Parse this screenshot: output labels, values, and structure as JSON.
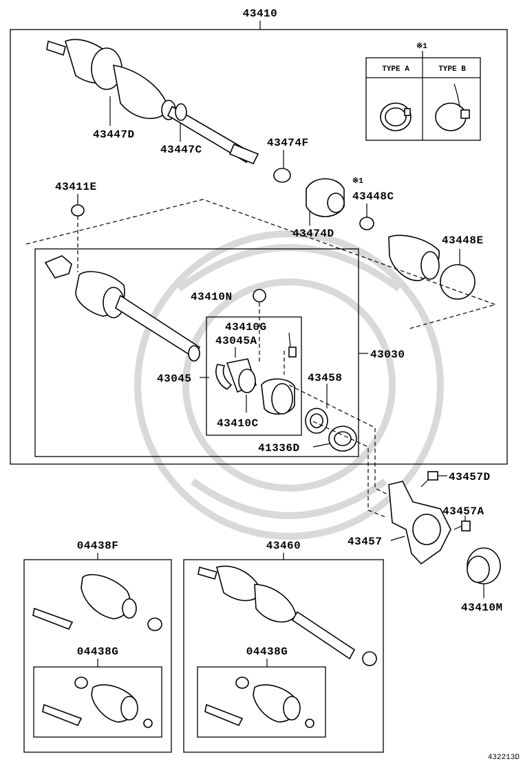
{
  "diagram": {
    "labels": {
      "assy_top": "43410",
      "boot_outer": "43447D",
      "clamp_outer": "43447C",
      "clamp_small": "43474F",
      "damper": "43474D",
      "clamp_inner": "43448C",
      "boot_inner": "43448E",
      "snap_ring": "43411E",
      "ring_n": "43410N",
      "pin_g": "43410G",
      "bearing_a": "43045A",
      "bearing": "43045",
      "bearing_c": "43410C",
      "shaft_assy": "43030",
      "oil_seal": "43458",
      "seal_d": "41336D",
      "bolt_d": "43457D",
      "bolt_a": "43457A",
      "bracket": "43457",
      "dust_cover": "43410M",
      "kit_left": "04438F",
      "kit_right": "43460",
      "kit_left_sub": "04438G",
      "kit_right_sub": "04438G"
    },
    "note": {
      "symbol": "※1",
      "type_a": "TYPE A",
      "type_b": "TYPE B",
      "mark_inner": "※1"
    },
    "figure_ref": "432213D"
  }
}
